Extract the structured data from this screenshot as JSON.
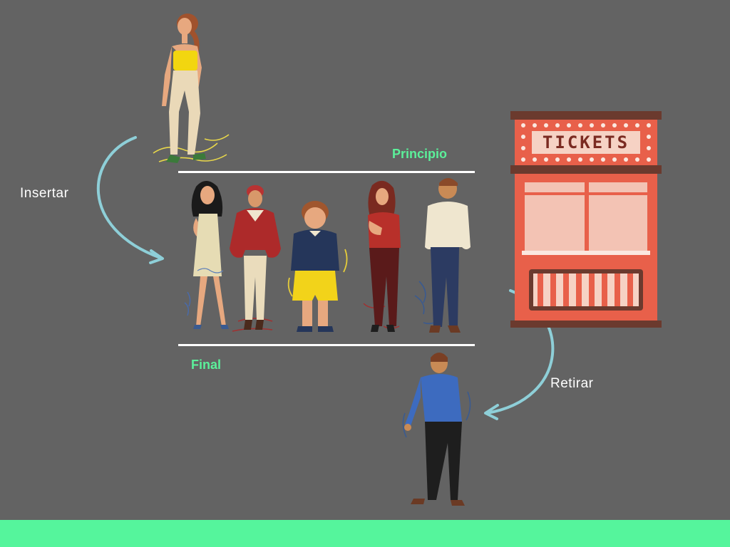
{
  "labels": {
    "insert": "Insertar",
    "remove": "Retirar",
    "front": "Principio",
    "back": "Final"
  },
  "booth": {
    "sign": "TICKETS"
  },
  "colors": {
    "background": "#636363",
    "accent": "#5bf09a",
    "arrow": "#8ecfd8",
    "booth": "#e8604a",
    "ground": "#55f59c"
  },
  "queue": {
    "people": [
      "woman-cream-dress",
      "man-red-jacket",
      "child-yellow-shorts",
      "woman-red-top",
      "man-cream-shirt"
    ]
  }
}
